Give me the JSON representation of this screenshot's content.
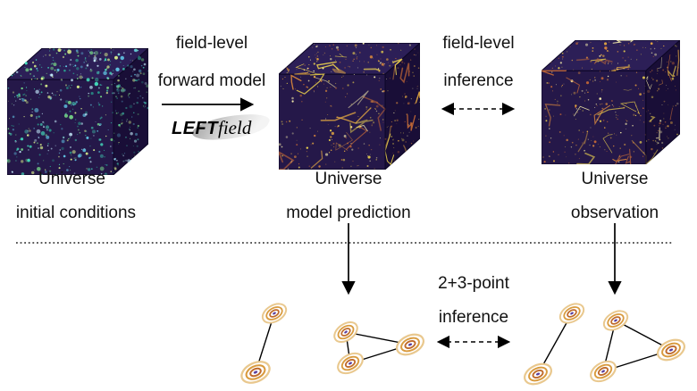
{
  "diagram": {
    "cubes": [
      {
        "title": "Universe",
        "subtitle": "initial conditions"
      },
      {
        "title": "Universe",
        "subtitle": "model prediction"
      },
      {
        "title": "Universe",
        "subtitle": "observation"
      }
    ],
    "forward_model_label": {
      "line1": "field-level",
      "line2": "forward model"
    },
    "field_inference_label": {
      "line1": "field-level",
      "line2": "inference"
    },
    "npoint_inference_label": {
      "line1": "2+3-point",
      "line2": "inference"
    },
    "logo": {
      "bold": "LEFT",
      "italic": "field"
    }
  },
  "colors": {
    "background": "#ffffff",
    "text": "#111111",
    "arrow": "#000000",
    "cube_front": "#251849",
    "cube_top": "#2c1f57",
    "cube_side": "#190e37",
    "cube_edge": "#0d0726",
    "initial_palette": [
      "#45e3c0",
      "#7de58b",
      "#c7f0ff",
      "#29a08f",
      "#ddf58d",
      "#62c9e8"
    ],
    "evolved_palette": [
      "#f6dc4e",
      "#eeb041",
      "#dd8a3c",
      "#fbf3ae",
      "#c96b35"
    ],
    "contour_rings": [
      "#e9c88e",
      "#d99b3f",
      "#bf6a2b"
    ],
    "contour_center": "#5a3f9e"
  }
}
